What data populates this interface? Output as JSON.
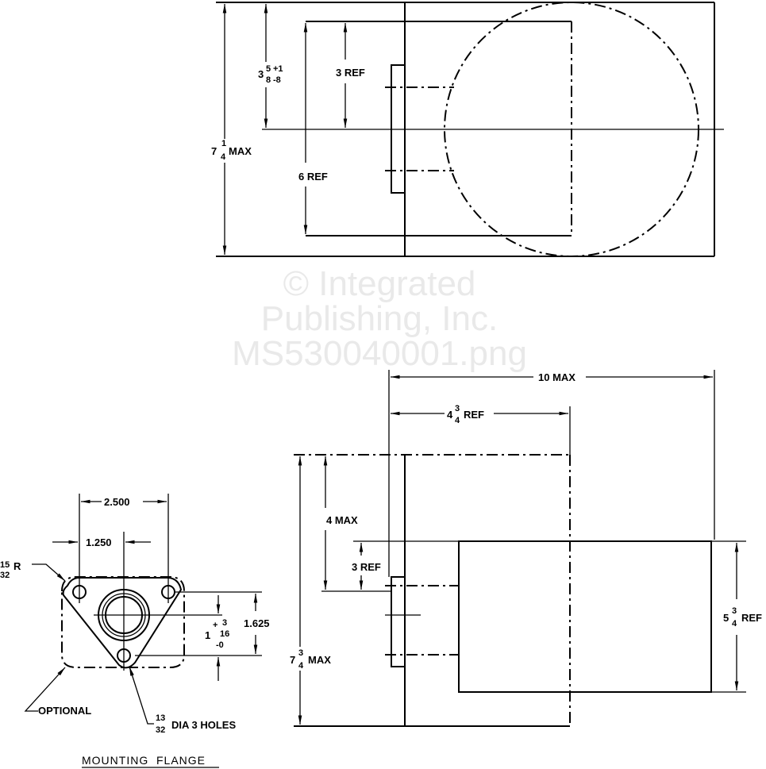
{
  "watermark": {
    "line1": "© Integrated",
    "line2": "Publishing, Inc.",
    "line3": "MS530040001.png"
  },
  "top_view": {
    "overall_height": {
      "whole": "7",
      "num": "1",
      "den": "4",
      "suffix": "MAX"
    },
    "center_height": {
      "whole": "3",
      "num": "5",
      "den": "8",
      "tol_plus": "+1",
      "tol_minus": "-8"
    },
    "ref_3": "3 REF",
    "ref_6": "6 REF"
  },
  "side_view": {
    "length_max": "10 MAX",
    "ref_length": {
      "whole": "4",
      "num": "3",
      "den": "4",
      "suffix": "REF"
    },
    "height_4": "4 MAX",
    "ref_3": "3 REF",
    "overall_height": {
      "whole": "7",
      "num": "3",
      "den": "4",
      "suffix": "MAX"
    },
    "motor_height": {
      "whole": "5",
      "num": "3",
      "den": "4",
      "suffix": "REF"
    }
  },
  "mounting_flange": {
    "title": "MOUNTING  FLANGE",
    "span": "2.500",
    "half_span": "1.250",
    "corner_radius": {
      "num": "15",
      "den": "32",
      "suffix": "R"
    },
    "height": "1.625",
    "offset": {
      "whole": "1",
      "plus": "+",
      "num": "3",
      "den": "16",
      "minus": "-0"
    },
    "optional": "OPTIONAL",
    "holes": {
      "num": "13",
      "den": "32",
      "suffix": "DIA  3 HOLES"
    }
  }
}
